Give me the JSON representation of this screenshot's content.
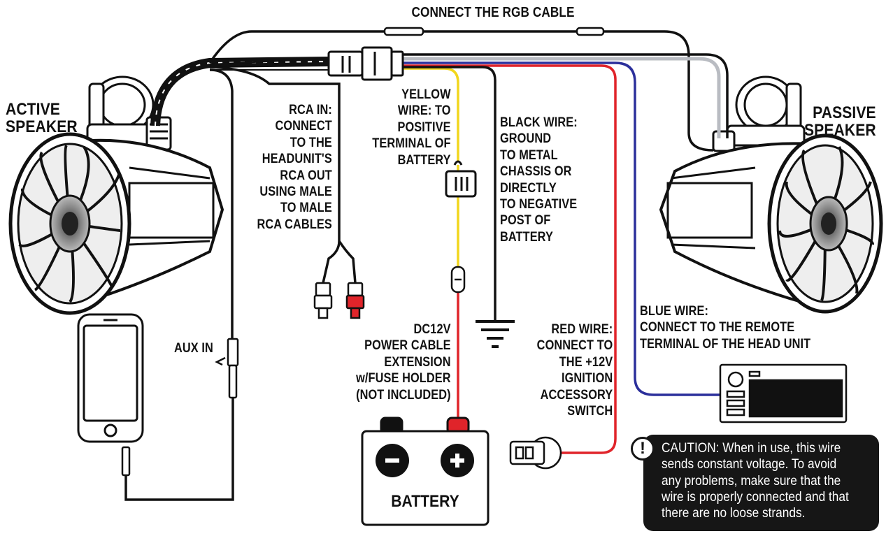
{
  "title": "CONNECT THE RGB CABLE",
  "active_speaker": "ACTIVE\nSPEAKER",
  "passive_speaker": "PASSIVE\nSPEAKER",
  "rca_in": "RCA IN:\nCONNECT\nTO THE\nHEADUNIT'S\nRCA OUT\nUSING MALE\nTO MALE\nRCA CABLES",
  "yellow_wire": "YELLOW\nWIRE: TO\nPOSITIVE\nTERMINAL OF\nBATTERY",
  "black_wire": "BLACK WIRE:\nGROUND\nTO METAL\nCHASSIS OR\nDIRECTLY\nTO NEGATIVE\nPOST OF\nBATTERY",
  "aux_in": "AUX IN",
  "power_cable": "DC12V\nPOWER CABLE\nEXTENSION\nw/FUSE HOLDER\n(NOT INCLUDED)",
  "red_wire": "RED WIRE:\nCONNECT TO\nTHE +12V\nIGNITION\nACCESSORY\nSWITCH",
  "blue_wire": "BLUE WIRE:\nCONNECT TO THE REMOTE\nTERMINAL OF THE HEAD UNIT",
  "battery": "BATTERY",
  "battery_minus_icon": "minus-icon",
  "battery_plus_icon": "plus-icon",
  "caution": "CAUTION: When in use, this wire\nsends constant voltage. To avoid\nany problems, make sure that the\nwire is properly connected and that\nthere are no loose strands.",
  "caution_icon": "!",
  "colors": {
    "yellow_wire": "#f2d61c",
    "red_wire": "#e0242a",
    "blue_wire": "#2b2f9b",
    "gray_wire": "#b9bcc2",
    "black_wire": "#111111",
    "caution_bg": "#161616"
  }
}
